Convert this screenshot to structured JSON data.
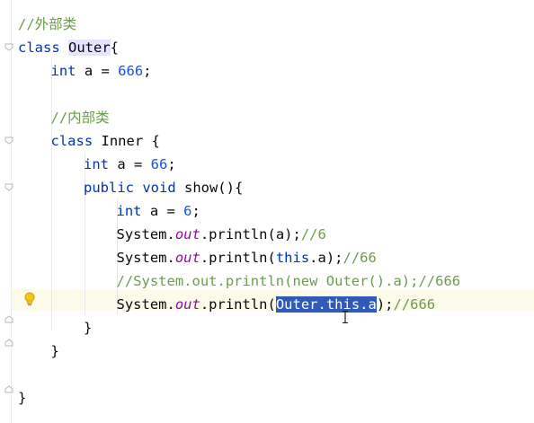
{
  "editor": {
    "language": "java",
    "lines": [
      {
        "indent": 0,
        "parts": [
          {
            "t": "//外部类",
            "c": "cmt-green"
          }
        ]
      },
      {
        "indent": 0,
        "parts": [
          {
            "t": "class ",
            "c": "kw"
          },
          {
            "t": "Outer",
            "c": "txt hl-outer"
          },
          {
            "t": "{",
            "c": "txt"
          }
        ]
      },
      {
        "indent": 1,
        "parts": [
          {
            "t": "int ",
            "c": "kw"
          },
          {
            "t": "a = ",
            "c": "txt"
          },
          {
            "t": "666",
            "c": "num"
          },
          {
            "t": ";",
            "c": "txt"
          }
        ]
      },
      {
        "indent": 0,
        "parts": []
      },
      {
        "indent": 1,
        "parts": [
          {
            "t": "//内部类",
            "c": "cmt-green"
          }
        ]
      },
      {
        "indent": 1,
        "parts": [
          {
            "t": "class ",
            "c": "kw"
          },
          {
            "t": "Inner {",
            "c": "txt"
          }
        ]
      },
      {
        "indent": 2,
        "parts": [
          {
            "t": "int ",
            "c": "kw"
          },
          {
            "t": "a = ",
            "c": "txt"
          },
          {
            "t": "66",
            "c": "num"
          },
          {
            "t": ";",
            "c": "txt"
          }
        ]
      },
      {
        "indent": 2,
        "parts": [
          {
            "t": "public void ",
            "c": "kw"
          },
          {
            "t": "show(){",
            "c": "txt"
          }
        ]
      },
      {
        "indent": 3,
        "parts": [
          {
            "t": "int ",
            "c": "kw"
          },
          {
            "t": "a = ",
            "c": "txt"
          },
          {
            "t": "6",
            "c": "num"
          },
          {
            "t": ";",
            "c": "txt"
          }
        ]
      },
      {
        "indent": 3,
        "parts": [
          {
            "t": "System.",
            "c": "txt"
          },
          {
            "t": "out",
            "c": "field"
          },
          {
            "t": ".println(a);",
            "c": "txt"
          },
          {
            "t": "//6",
            "c": "cmt-green"
          }
        ]
      },
      {
        "indent": 3,
        "parts": [
          {
            "t": "System.",
            "c": "txt"
          },
          {
            "t": "out",
            "c": "field"
          },
          {
            "t": ".println(",
            "c": "txt"
          },
          {
            "t": "this",
            "c": "kw"
          },
          {
            "t": ".a);",
            "c": "txt"
          },
          {
            "t": "//66",
            "c": "cmt-green"
          }
        ]
      },
      {
        "indent": 3,
        "parts": [
          {
            "t": "//System.out.println(new Outer().a);//666",
            "c": "cmt-green"
          }
        ]
      },
      {
        "indent": 3,
        "parts": [
          {
            "t": "System.",
            "c": "txt"
          },
          {
            "t": "out",
            "c": "field"
          },
          {
            "t": ".println(",
            "c": "txt"
          },
          {
            "t": "Outer.this.a",
            "c": "sel"
          },
          {
            "t": ");",
            "c": "txt"
          },
          {
            "t": "//666",
            "c": "cmt-green"
          }
        ]
      },
      {
        "indent": 2,
        "parts": [
          {
            "t": "}",
            "c": "txt"
          }
        ]
      },
      {
        "indent": 1,
        "parts": [
          {
            "t": "}",
            "c": "txt"
          }
        ]
      },
      {
        "indent": 0,
        "parts": []
      },
      {
        "indent": 0,
        "parts": [
          {
            "t": "}",
            "c": "txt"
          }
        ]
      }
    ],
    "icons": {
      "intention": "lightbulb-icon",
      "cursor": "text-cursor-icon",
      "fold": "fold-marker-icon"
    },
    "colors": {
      "keyword": "#0033b3",
      "number": "#1750eb",
      "comment": "#6b9d4a",
      "field": "#871094",
      "selection": "#2e5ab8",
      "caret_row": "#fcfae8"
    }
  }
}
